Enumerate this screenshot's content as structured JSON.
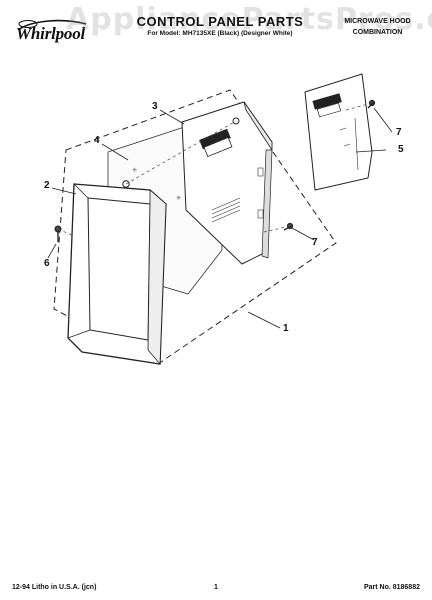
{
  "header": {
    "brand": "Whirlpool",
    "title": "CONTROL PANEL PARTS",
    "model_line": "For Model: MH7135XE (Black) (Designer White)",
    "product_type_line1": "MICROWAVE HOOD",
    "product_type_line2": "COMBINATION"
  },
  "watermark": "AppliancePartsPros.com",
  "callouts": [
    "1",
    "2",
    "3",
    "4",
    "5",
    "6",
    "7",
    "7"
  ],
  "footer": {
    "litho": "12-94 Litho in U.S.A. (jcn)",
    "page": "1",
    "part_no": "Part No. 8186882"
  }
}
